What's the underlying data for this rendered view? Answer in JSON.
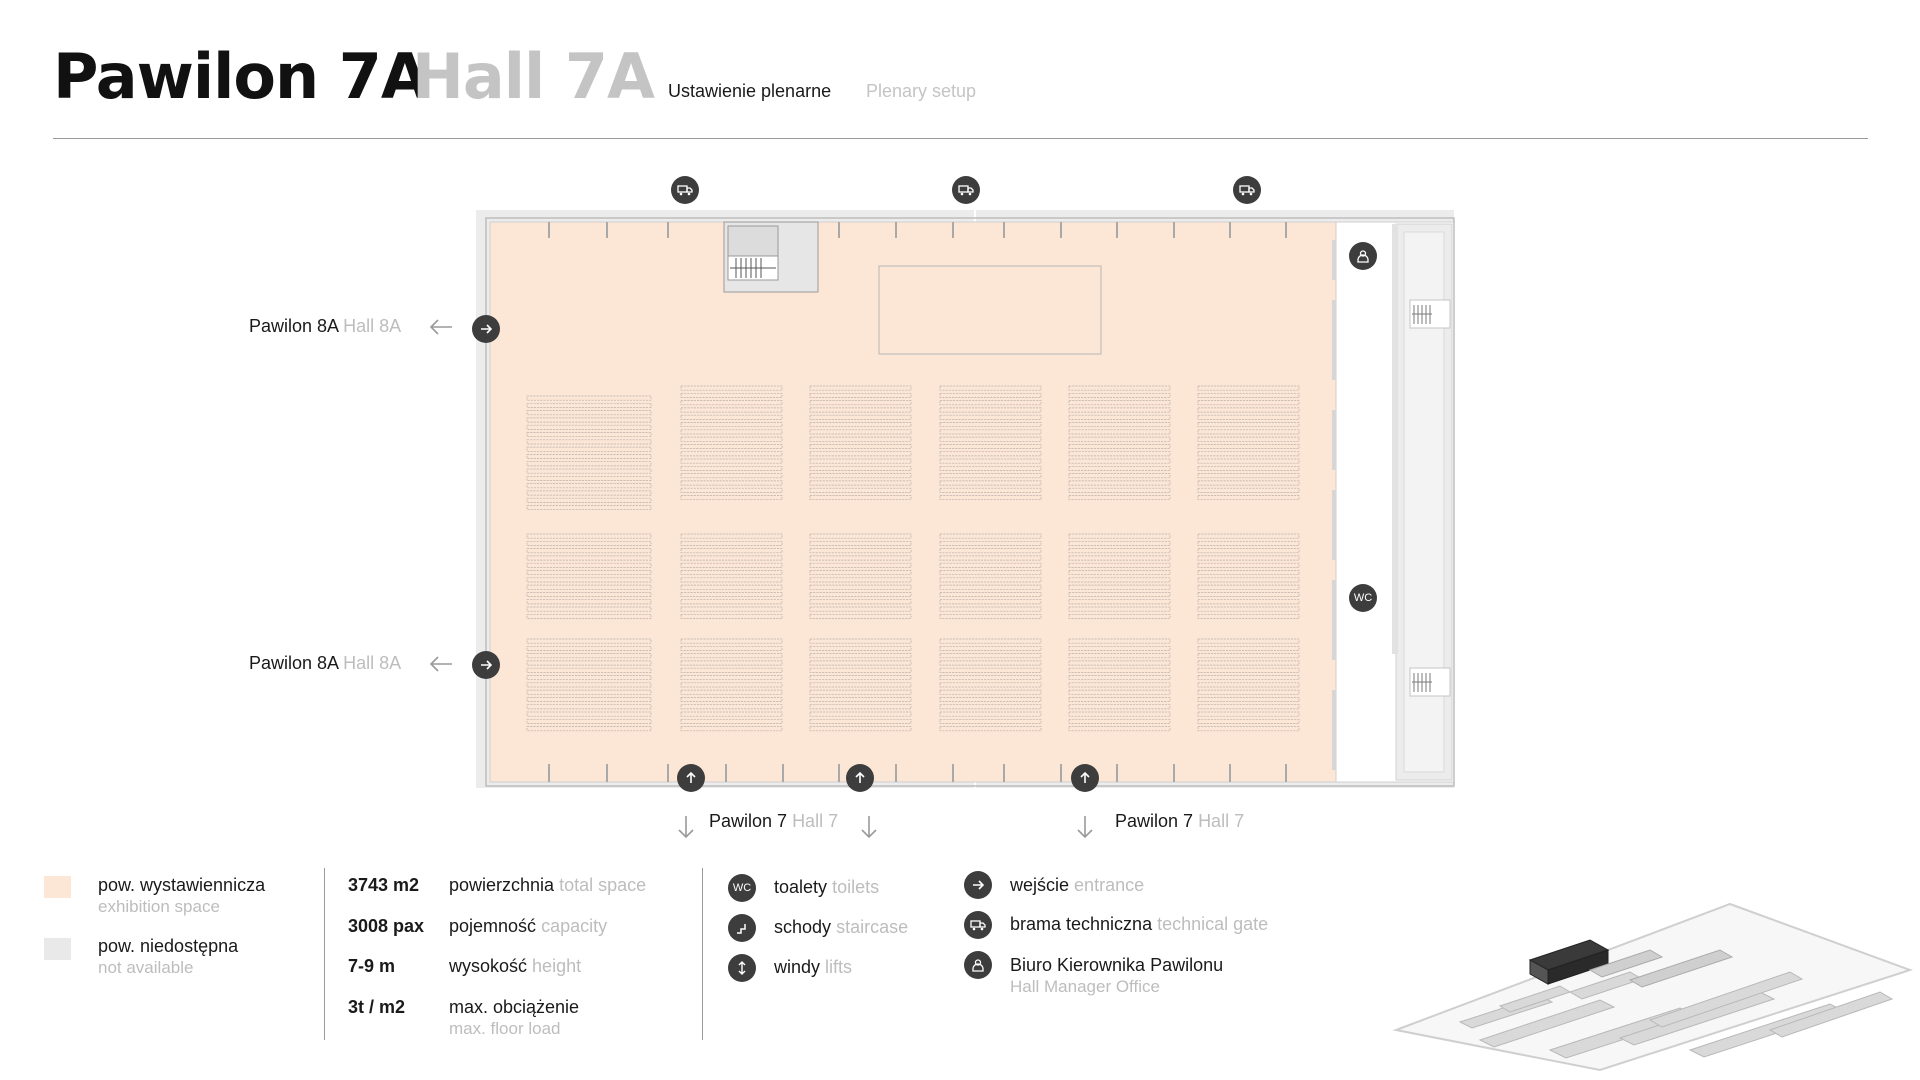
{
  "header": {
    "title_pl": "Pawilon 7A",
    "title_en": "Hall 7A",
    "subtitle_pl": "Ustawienie plenarne",
    "subtitle_en": "Plenary setup"
  },
  "map_labels": {
    "left_top": {
      "pl": "Pawilon 8A",
      "en": "Hall 8A"
    },
    "left_bottom": {
      "pl": "Pawilon 8A",
      "en": "Hall 8A"
    },
    "bottom_left": {
      "pl": "Pawilon 7",
      "en": "Hall 7"
    },
    "bottom_right": {
      "pl": "Pawilon 7",
      "en": "Hall 7"
    }
  },
  "map_icons": {
    "wc_label": "WC"
  },
  "colors": {
    "exhibition": "#fce6d6",
    "not_available": "#e9e9e9",
    "icon": "#3d3d3d"
  },
  "legend": {
    "areas": [
      {
        "pl": "pow. wystawiennicza",
        "en": "exhibition space"
      },
      {
        "pl": "pow. niedostępna",
        "en": "not available"
      }
    ],
    "stats": [
      {
        "value": "3743 m2",
        "pl": "powierzchnia",
        "en": "total space"
      },
      {
        "value": "3008 pax",
        "pl": "pojemność",
        "en": "capacity"
      },
      {
        "value": "7-9 m",
        "pl": "wysokość",
        "en": "height"
      },
      {
        "value": "3t / m2",
        "pl": "max. obciążenie",
        "en": "max. floor load"
      }
    ],
    "facilities": [
      {
        "icon": "wc-icon",
        "pl": "toalety",
        "en": "toilets"
      },
      {
        "icon": "stairs-icon",
        "pl": "schody",
        "en": "staircase"
      },
      {
        "icon": "lift-icon",
        "pl": "windy",
        "en": "lifts"
      }
    ],
    "access": [
      {
        "icon": "entrance-arrow-icon",
        "pl": "wejście",
        "en": "entrance"
      },
      {
        "icon": "truck-icon",
        "pl": "brama techniczna",
        "en": "technical gate"
      },
      {
        "icon": "person-icon",
        "pl": "Biuro Kierownika Pawilonu",
        "en": "Hall Manager Office"
      }
    ]
  }
}
